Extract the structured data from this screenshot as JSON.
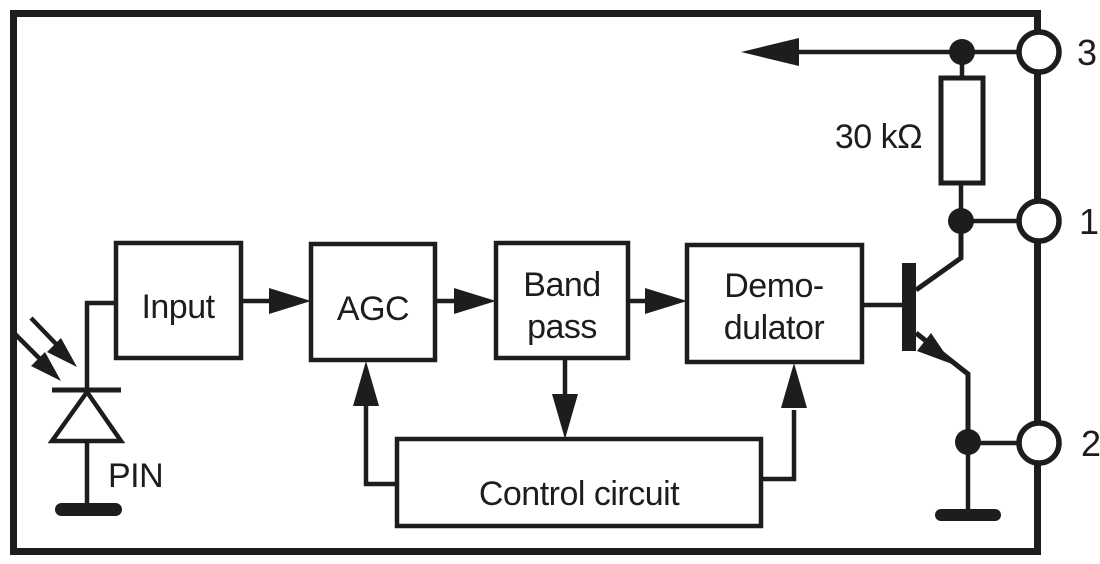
{
  "blocks": {
    "input": {
      "label": "Input"
    },
    "agc": {
      "label": "AGC"
    },
    "band_pass": {
      "line1": "Band",
      "line2": "pass"
    },
    "demodulator": {
      "line1": "Demo-",
      "line2": "dulator"
    },
    "control_circuit": {
      "label": "Control circuit"
    }
  },
  "components": {
    "resistor_label": "30 kΩ",
    "photodiode_label": "PIN"
  },
  "pins": {
    "pin3": "3",
    "pin1": "1",
    "pin2": "2"
  },
  "colors": {
    "line": "#1d1d1b",
    "background": "#ffffff"
  }
}
